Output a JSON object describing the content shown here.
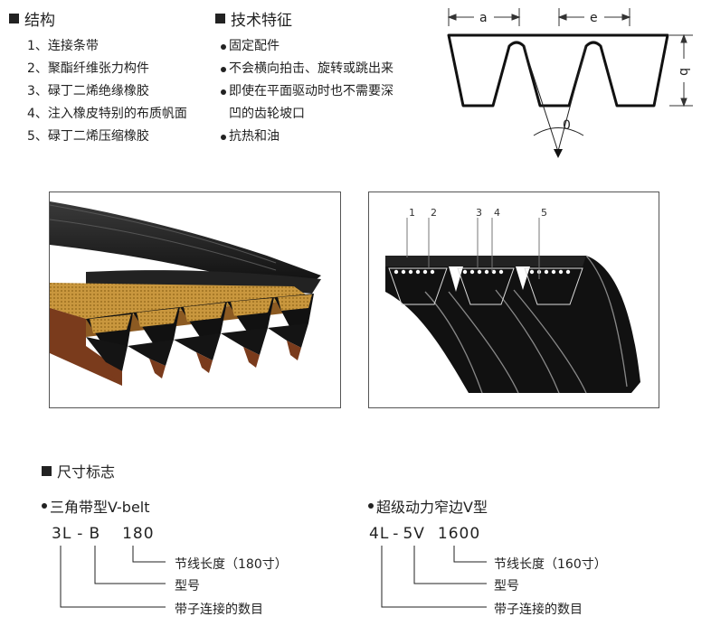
{
  "structure": {
    "title": "结构",
    "items": [
      "1、连接条带",
      "2、聚酯纤维张力构件",
      "3、碌丁二烯绝缘橡胶",
      "4、注入橡皮特别的布质帆面",
      "5、碌丁二烯压缩橡胶"
    ]
  },
  "features": {
    "title": "技术特征",
    "items": [
      "固定配件",
      "不会横向拍击、旋转或跳出来",
      "即使在平面驱动时也不需要深",
      "凹的齿轮坡口",
      "抗热和油"
    ],
    "bullets": [
      true,
      true,
      true,
      false,
      true
    ]
  },
  "diagram": {
    "label_a": "a",
    "label_e": "e",
    "label_b": "b",
    "label_angle": "0"
  },
  "cross_section": {
    "callouts": [
      "1",
      "2",
      "3",
      "4",
      "5"
    ]
  },
  "dimensions": {
    "title": "尺寸标志",
    "left": {
      "heading": "三角带型V-belt",
      "code_count": "3L",
      "code_dash": "-",
      "code_type": "B",
      "code_length": "180",
      "labels": [
        "节线长度（180寸）",
        "型号",
        "带子连接的数目"
      ]
    },
    "right": {
      "heading": "超级动力窄边V型",
      "code_count": "4L",
      "code_dash": "-",
      "code_type": "5V",
      "code_length": "1600",
      "labels": [
        "节线长度（160寸）",
        "型号",
        "带子连接的数目"
      ]
    }
  }
}
